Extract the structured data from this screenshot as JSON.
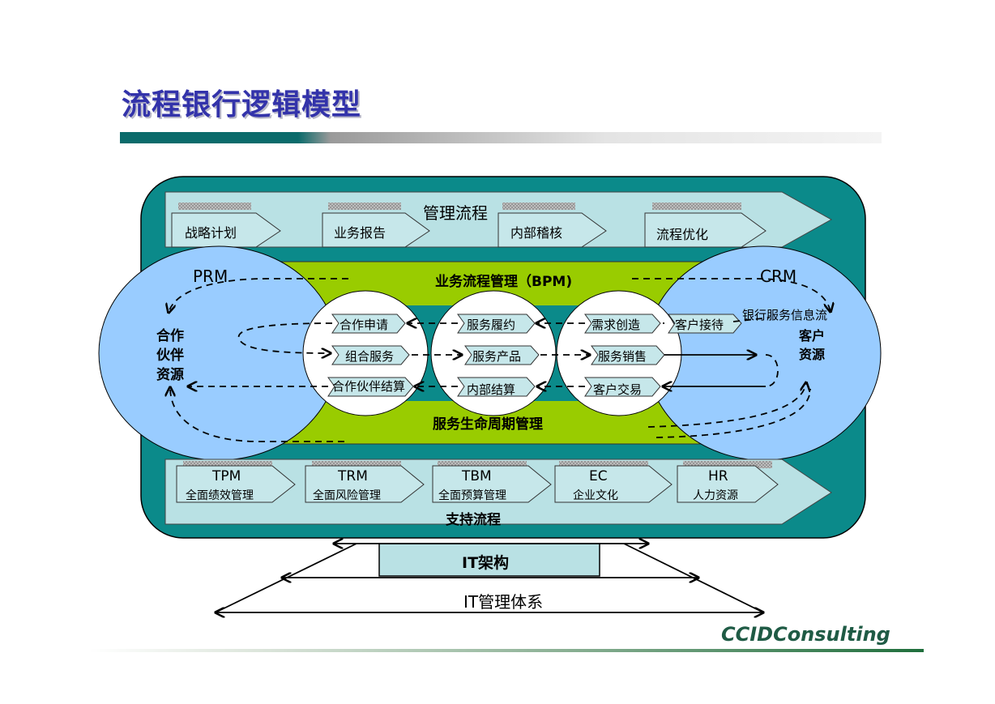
{
  "title": "流程银行逻辑模型",
  "management_flow": {
    "label": "管理流程",
    "items": [
      "战略计划",
      "业务报告",
      "内部稽核",
      "流程优化"
    ]
  },
  "prm": {
    "label": "PRM",
    "resource_lines": [
      "合作",
      "伙伴",
      "资源"
    ]
  },
  "crm": {
    "label": "CRM",
    "info_flow": "银行服务信息流",
    "resource_lines": [
      "客户",
      "资源"
    ]
  },
  "bpm_label": "业务流程管理（BPM)",
  "lifecycle_label": "服务生命周期管理",
  "circles": {
    "left": [
      "合作申请",
      "组合服务",
      "合作伙伴结算"
    ],
    "mid": [
      "服务履约",
      "服务产品",
      "内部结算"
    ],
    "right": [
      "需求创造",
      "服务销售",
      "客户交易"
    ]
  },
  "customer_reception": "客户接待",
  "support_flow": {
    "label": "支持流程",
    "items": [
      {
        "code": "TPM",
        "name": "全面绩效管理"
      },
      {
        "code": "TRM",
        "name": "全面风险管理"
      },
      {
        "code": "TBM",
        "name": "全面预算管理"
      },
      {
        "code": "EC",
        "name": "企业文化"
      },
      {
        "code": "HR",
        "name": "人力资源"
      }
    ]
  },
  "it_architecture": "IT架构",
  "it_management": "IT管理体系",
  "brand": "CCIDConsulting",
  "colors": {
    "teal": "#0b8a8a",
    "band": "#b9e1e4",
    "green": "#99cc00",
    "light_blue": "#99ccff",
    "title": "#3333aa"
  }
}
